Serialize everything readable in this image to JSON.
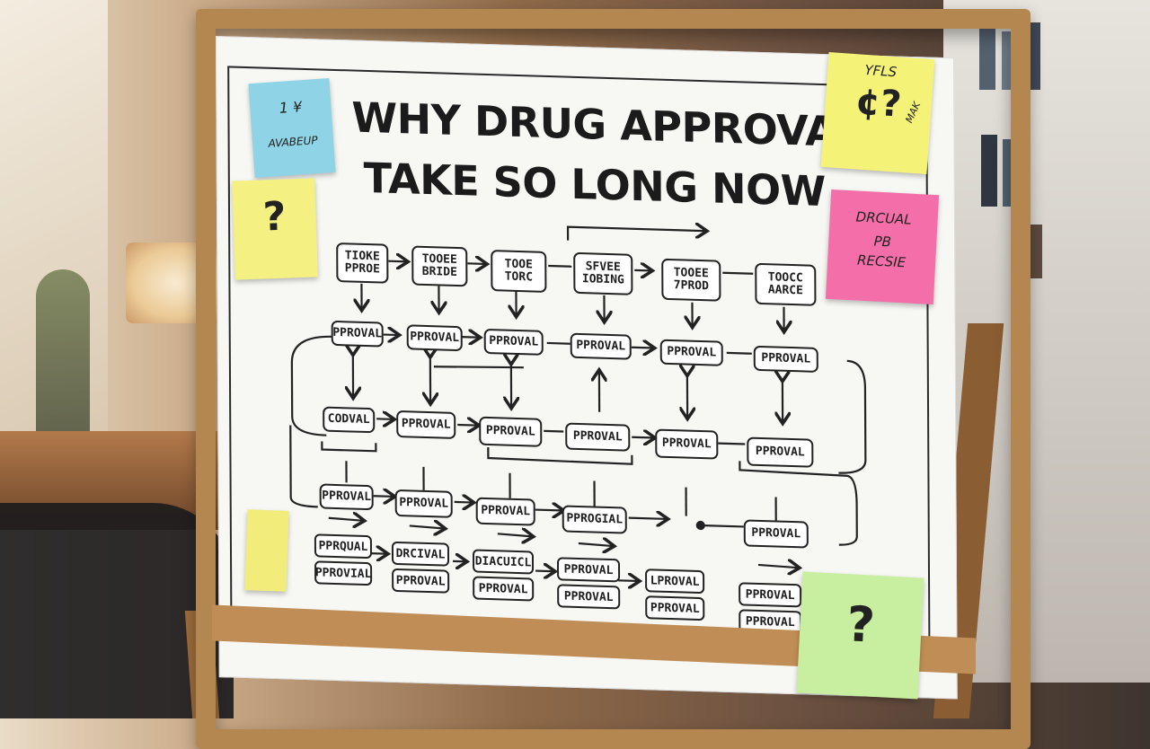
{
  "poster": {
    "title_line1": "WHY DRUG APPROVALS",
    "title_line2": "TAKE SO LONG NOW"
  },
  "notes": {
    "blue_top": "1 ¥",
    "blue_bottom": "AVABEUP",
    "yellow1": "?",
    "yellow2_top": "YFLS",
    "yellow2_mid": "¢?",
    "yellow2_side": "MAK",
    "pink_line1": "DRCUAL",
    "pink_line2": "PB",
    "pink_line3": "RECSIE",
    "green": "?"
  },
  "row1": [
    [
      "TIOKE",
      "PPROE"
    ],
    [
      "TOOEE",
      "BRIDE"
    ],
    [
      "TOOE",
      "TORC"
    ],
    [
      "SFVEE",
      "IOBING"
    ],
    [
      "TOOEE",
      "7PROD"
    ],
    [
      "TOOCC",
      "AARCE"
    ]
  ],
  "row2": [
    "PPROVAL",
    "PPROVAL",
    "PPROVAL",
    "PPROVAL",
    "PPROVAL",
    "PPROVAL"
  ],
  "row3": [
    "CODVAL",
    "PPROVAL",
    "PPROVAL",
    "PPROVAL",
    "PPROVAL",
    "PPROVAL"
  ],
  "row4": [
    "PPROVAL",
    "PPROVAL",
    "PPROVAL",
    "PPROGIAL",
    "PPROVAL"
  ],
  "row5": [
    [
      "PPRQUAL",
      "PPROVIAL"
    ],
    [
      "DRCIVAL",
      "PPROVAL"
    ],
    [
      "DIACUICL",
      "PPROVAL"
    ],
    [
      "PPROVAL",
      "PPROVAL"
    ],
    [
      "LPROVAL",
      "PPROVAL"
    ],
    [
      "PPROVAL",
      "PPROVAL"
    ]
  ]
}
